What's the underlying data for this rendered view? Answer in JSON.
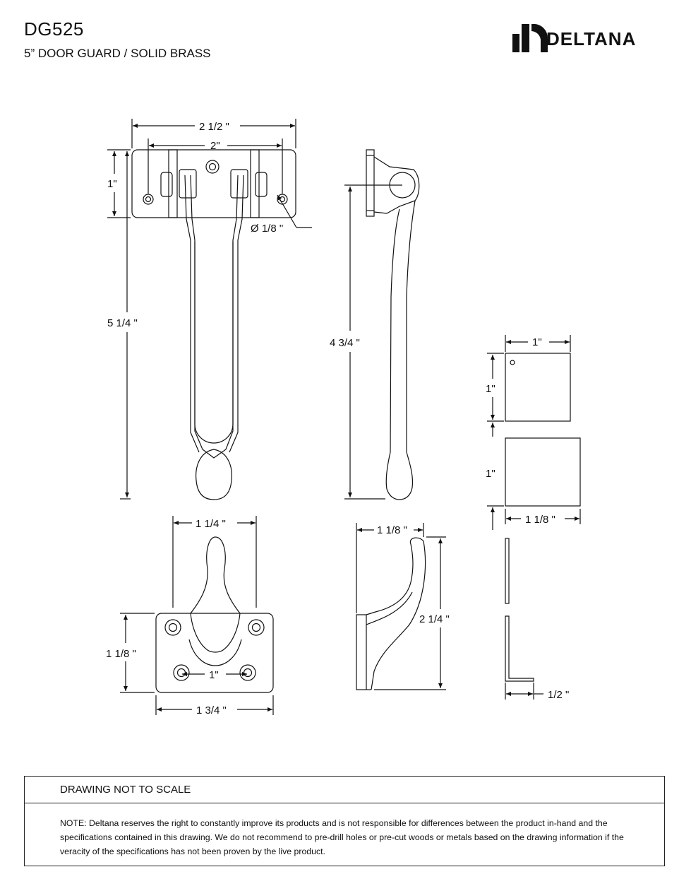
{
  "header": {
    "model": "DG525",
    "subtitle": "5” DOOR GUARD / SOLID BRASS",
    "brand": "DELTANA"
  },
  "dimensions": {
    "front_overall_width": "2 1/2  \"",
    "front_hole_spacing": "2\"",
    "front_plate_height": "1\"",
    "front_overall_length": "5 1/4  \"",
    "hole_diameter": "Ø 1/8  \"",
    "side_length": "4 3/4  \"",
    "keeper_loop_width": "1 1/4  \"",
    "keeper_plate_height": "1 1/8  \"",
    "keeper_hole_spacing": "1\"",
    "keeper_plate_width": "1 3/4  \"",
    "keeper_side_depth": "1 1/8  \"",
    "keeper_side_height": "2 1/4  \"",
    "shim_width": "1\"",
    "shim_height": "1\"",
    "shim2_height": "1\"",
    "shim2_width": "1 1/8  \"",
    "bracket_leg": "1/2  \""
  },
  "notes": {
    "scale": "DRAWING NOT TO SCALE",
    "disclaimer": "NOTE: Deltana reserves the right to constantly improve its products and is not responsible for differences between the product in-hand and the specifications contained in this drawing.  We do not recommend to pre-drill holes or pre-cut woods or metals based on the drawing information if the veracity of the specifications has not been proven by the live product."
  },
  "icons": [
    "deltana-logo-icon"
  ]
}
